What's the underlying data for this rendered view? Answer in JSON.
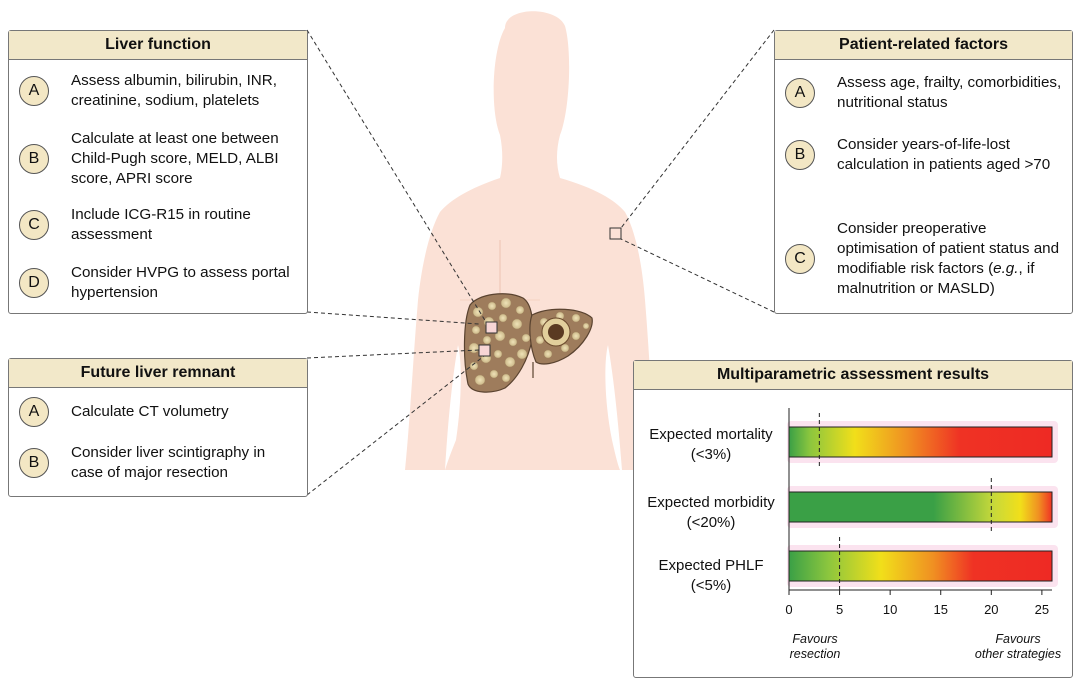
{
  "liver_function": {
    "title": "Liver function",
    "items": [
      {
        "badge": "A",
        "text": "Assess albumin, bilirubin, INR, creatinine, sodium, platelets"
      },
      {
        "badge": "B",
        "text": "Calculate at least one between Child-Pugh score, MELD, ALBI score, APRI score"
      },
      {
        "badge": "C",
        "text": "Include ICG-R15 in routine assessment"
      },
      {
        "badge": "D",
        "text": "Consider HVPG to assess portal hypertension"
      }
    ]
  },
  "future_liver_remnant": {
    "title": "Future liver remnant",
    "items": [
      {
        "badge": "A",
        "text": "Calculate CT volumetry"
      },
      {
        "badge": "B",
        "text": "Consider liver scintigraphy in case of major resection"
      }
    ]
  },
  "patient_factors": {
    "title": "Patient-related factors",
    "items": [
      {
        "badge": "A",
        "text": "Assess age, frailty, comorbidities, nutritional status"
      },
      {
        "badge": "B",
        "text": "Consider years-of-life-lost calculation in patients aged >70"
      },
      {
        "badge": "C",
        "text_before": "Consider preoperative optimisation of patient status and modifiable risk factors (",
        "text_italic": "e.g.",
        "text_after": ", if malnutrition or MASLD)"
      }
    ]
  },
  "multiparametric": {
    "title": "Multiparametric assessment results",
    "rows": [
      {
        "label_line1": "Expected mortality",
        "label_line2": "(<3%)",
        "threshold": 3
      },
      {
        "label_line1": "Expected morbidity",
        "label_line2": "(<20%)",
        "threshold": 20
      },
      {
        "label_line1": "Expected PHLF",
        "label_line2": "(<5%)",
        "threshold": 5
      }
    ],
    "axis_ticks": [
      "0",
      "5",
      "10",
      "15",
      "20",
      "25"
    ],
    "axis_min": 0,
    "axis_max": 26,
    "footer_left_line1": "Favours",
    "footer_left_line2": "resection",
    "footer_right_line1": "Favours",
    "footer_right_line2": "other strategies"
  },
  "colors": {
    "skin": "#fbe1d6",
    "header_bg": "#f2e8c9",
    "badge_bg": "#f3e7c4",
    "liver": "#9e7c5c",
    "gradient": [
      "#3aa046",
      "#f1df1a",
      "#ef3224"
    ]
  }
}
